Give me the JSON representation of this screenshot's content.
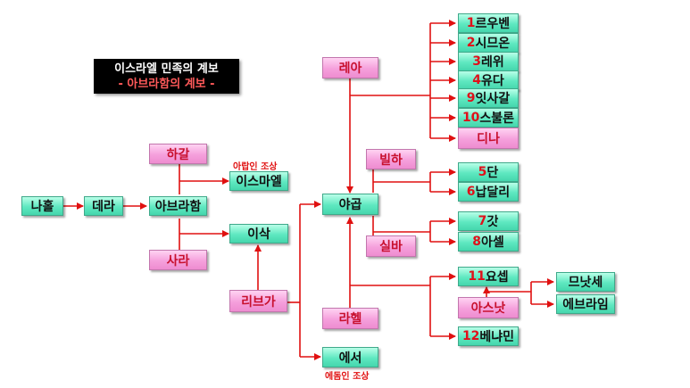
{
  "title": {
    "line1": "이스라엘 민족의 계보",
    "line2": "- 아브라함의 계보 -"
  },
  "people": {
    "nahor": "나홀",
    "terah": "데라",
    "abraham": "아브라함",
    "hagar": "하갈",
    "ishmael": "이스마엘",
    "isaac": "이삭",
    "sarah": "사라",
    "rebekah": "리브가",
    "jacob": "야곱",
    "esau": "에서",
    "leah": "레아",
    "bilhah": "빌하",
    "zilpah": "실바",
    "rachel": "라헬",
    "dinah": "디나",
    "asenath": "아스낫",
    "manasseh": "므낫세",
    "ephraim": "에브라임"
  },
  "sons": [
    {
      "num": "1",
      "name": "르우벤"
    },
    {
      "num": "2",
      "name": "시므온"
    },
    {
      "num": "3",
      "name": "레위"
    },
    {
      "num": "4",
      "name": "유다"
    },
    {
      "num": "9",
      "name": "잇사갈"
    },
    {
      "num": "10",
      "name": "스불론"
    },
    {
      "num": "5",
      "name": "단"
    },
    {
      "num": "6",
      "name": "납달리"
    },
    {
      "num": "7",
      "name": "갓"
    },
    {
      "num": "8",
      "name": "아셀"
    },
    {
      "num": "11",
      "name": "요셉"
    },
    {
      "num": "12",
      "name": "베냐민"
    }
  ],
  "notes": {
    "arab": "아랍인 조상",
    "edom": "에돔인 조상"
  },
  "colors": {
    "line": "#e01010",
    "male": "#5ee8c0",
    "female": "#f5a0dc"
  }
}
